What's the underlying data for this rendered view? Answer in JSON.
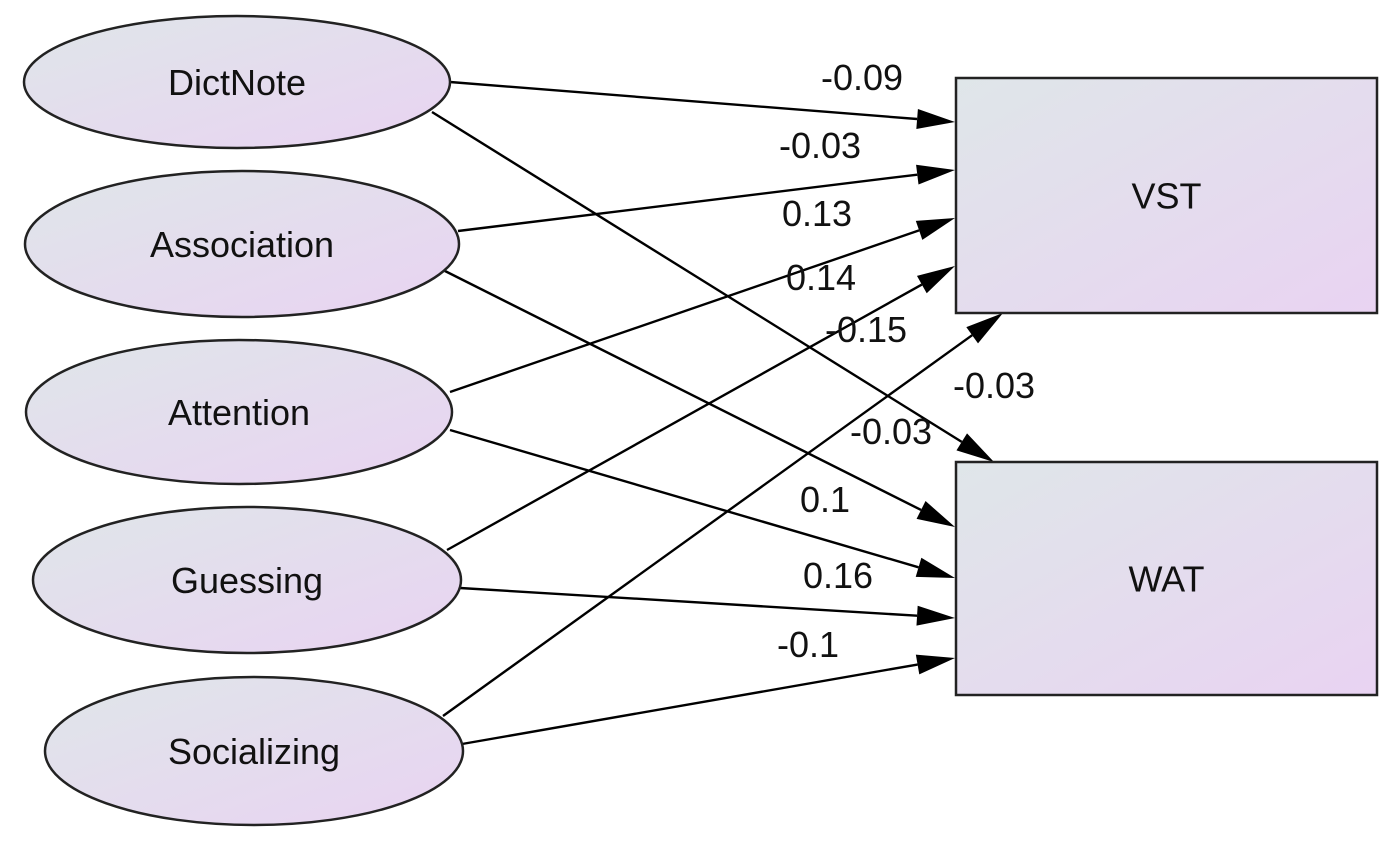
{
  "diagram": {
    "latent_nodes": [
      {
        "id": "dictnote",
        "label": "DictNote"
      },
      {
        "id": "association",
        "label": "Association"
      },
      {
        "id": "attention",
        "label": "Attention"
      },
      {
        "id": "guessing",
        "label": "Guessing"
      },
      {
        "id": "socializing",
        "label": "Socializing"
      }
    ],
    "observed_nodes": [
      {
        "id": "vst",
        "label": "VST"
      },
      {
        "id": "wat",
        "label": "WAT"
      }
    ],
    "edges": [
      {
        "from": "dictnote",
        "to": "vst",
        "label": "-0.09"
      },
      {
        "from": "association",
        "to": "vst",
        "label": "-0.03"
      },
      {
        "from": "attention",
        "to": "vst",
        "label": "0.13"
      },
      {
        "from": "guessing",
        "to": "vst",
        "label": "0.14"
      },
      {
        "from": "socializing",
        "to": "vst",
        "label": "-0.15"
      },
      {
        "from": "dictnote",
        "to": "wat",
        "label": "-0.03"
      },
      {
        "from": "association",
        "to": "wat",
        "label": "-0.03"
      },
      {
        "from": "attention",
        "to": "wat",
        "label": "0.1"
      },
      {
        "from": "guessing",
        "to": "wat",
        "label": "0.16"
      },
      {
        "from": "socializing",
        "to": "wat",
        "label": "-0.1"
      }
    ],
    "colors": {
      "node_fill_start": "#dfe6e9",
      "node_fill_end": "#e9d3f2",
      "stroke": "#222222",
      "edge": "#000000"
    }
  }
}
